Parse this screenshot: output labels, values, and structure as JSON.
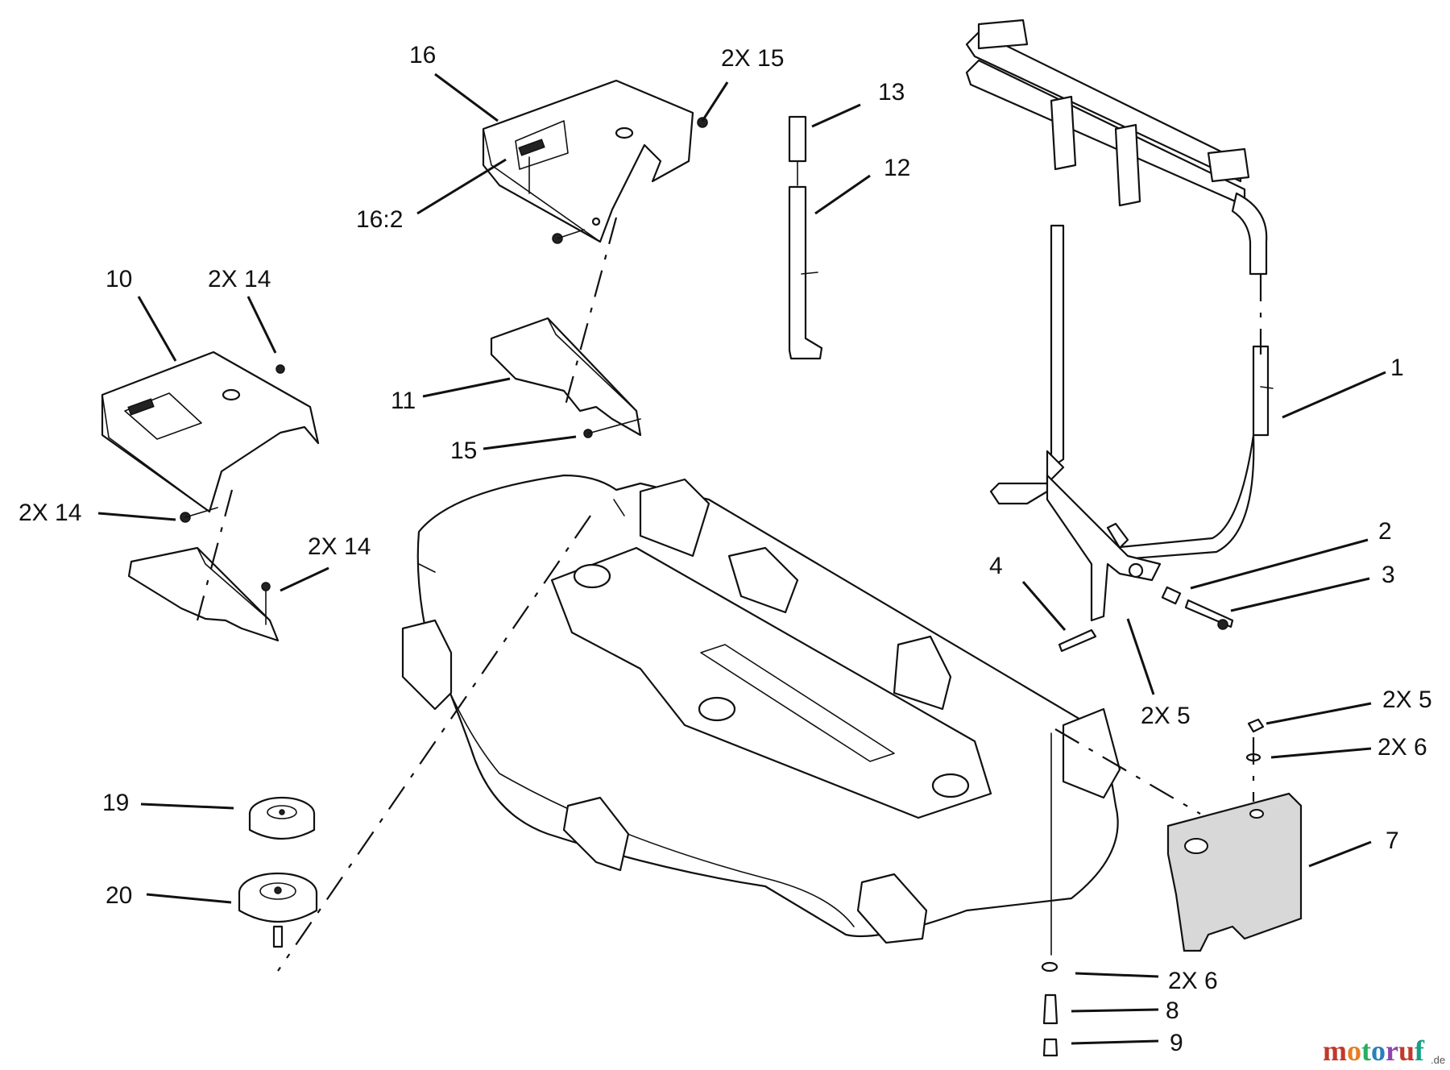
{
  "labels": {
    "c16": "16",
    "c2x15": "2X 15",
    "c13": "13",
    "c12": "12",
    "c16_2": "16:2",
    "c10": "10",
    "c2x14_top": "2X 14",
    "c11": "11",
    "c15": "15",
    "c2x14_left": "2X 14",
    "c2x14_mid": "2X 14",
    "c1": "1",
    "c2": "2",
    "c3": "3",
    "c4": "4",
    "c2x5_mid": "2X 5",
    "c2x5_right": "2X 5",
    "c2x6_right": "2X 6",
    "c7": "7",
    "c19": "19",
    "c20": "20",
    "c2x6_bottom": "2X 6",
    "c8": "8",
    "c9": "9"
  },
  "logo": {
    "main": "motoruf",
    "suffix": ".de",
    "colors": [
      "#c0392b",
      "#e67e22",
      "#27ae60",
      "#2980b9",
      "#8e44ad",
      "#c0392b",
      "#16a085"
    ]
  }
}
